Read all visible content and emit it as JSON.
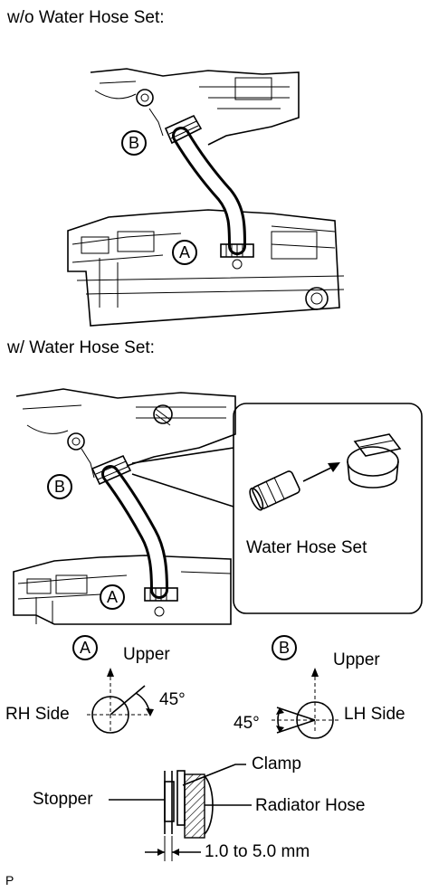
{
  "headings": {
    "without_set": "w/o Water Hose Set:",
    "with_set": "w/ Water Hose Set:"
  },
  "markers": {
    "a": "A",
    "b": "B"
  },
  "inset": {
    "label": "Water Hose Set"
  },
  "orientation": {
    "a": {
      "direction": "Upper",
      "side": "RH Side",
      "angle": "45°"
    },
    "b": {
      "direction": "Upper",
      "side": "LH Side",
      "angle": "45°"
    }
  },
  "clamp_detail": {
    "clamp": "Clamp",
    "stopper": "Stopper",
    "radiator_hose": "Radiator Hose",
    "gap": "1.0 to 5.0 mm"
  },
  "footer": {
    "code": "P"
  }
}
